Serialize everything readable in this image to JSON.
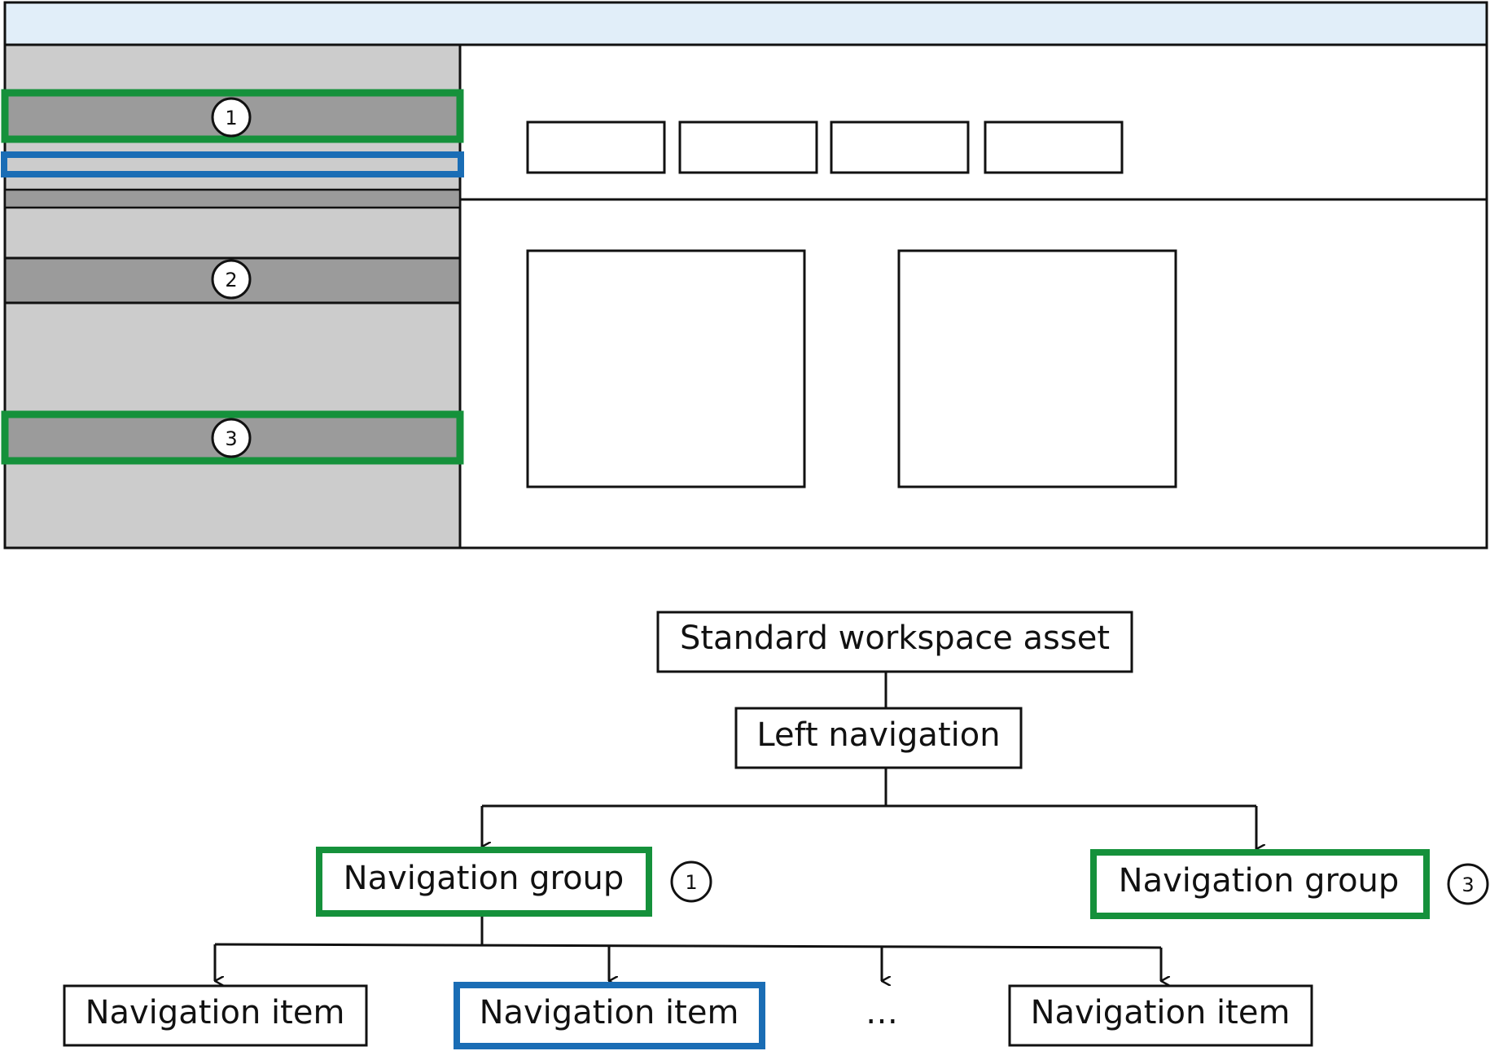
{
  "colors": {
    "title_bar": "#e1eef9",
    "sidebar": "#cccccc",
    "nav_row": "#9b9b9b",
    "green": "#15913b",
    "blue": "#1a6db5",
    "outline": "#111111",
    "content": "#ffffff"
  },
  "mockup": {
    "badges": [
      "1",
      "2",
      "3"
    ]
  },
  "tree": {
    "root": "Standard workspace asset",
    "left_nav": "Left navigation",
    "group_left": {
      "label": "Navigation group",
      "badge": "1"
    },
    "group_right": {
      "label": "Navigation group",
      "badge": "3"
    },
    "items": [
      "Navigation item",
      "Navigation item",
      "…",
      "Navigation item"
    ]
  }
}
